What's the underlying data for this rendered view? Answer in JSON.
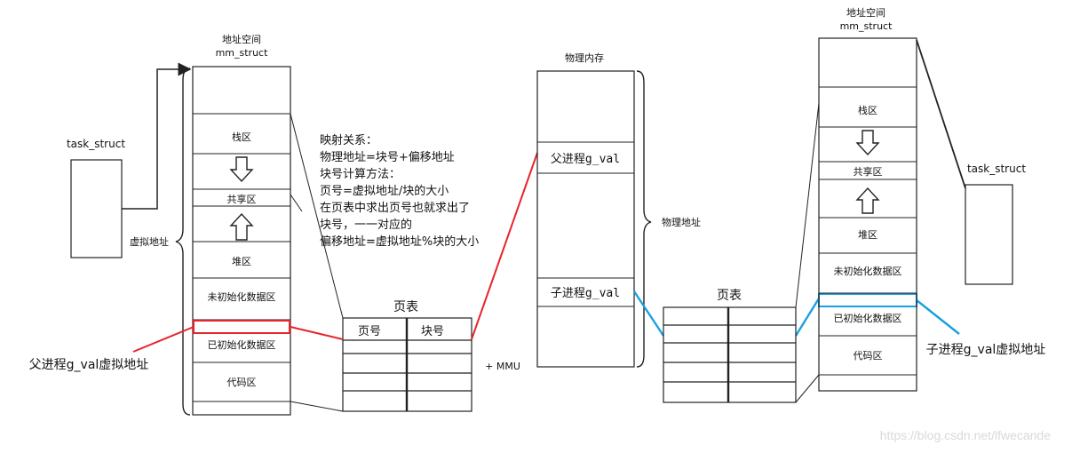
{
  "left": {
    "addr_space": "地址空间",
    "mm_struct": "mm_struct",
    "task_struct": "task_struct",
    "virtual_addr": "虚拟地址",
    "regions": [
      "栈区",
      "共享区",
      "堆区",
      "未初始化数据区",
      "已初始化数据区",
      "代码区"
    ],
    "parent_virtual": "父进程g_val虚拟地址"
  },
  "mapping_note": {
    "lines": [
      "映射关系：",
      "物理地址=块号+偏移地址",
      "块号计算方法：",
      "页号=虚拟地址/块的大小",
      "在页表中求出页号也就求出了",
      "块号，一一对应的",
      "偏移地址=虚拟地址%块的大小"
    ]
  },
  "page_table_left": {
    "title": "页表",
    "headers": [
      "页号",
      "块号"
    ],
    "mmu": "+ MMU"
  },
  "physical": {
    "title": "物理内存",
    "parent": "父进程g_val",
    "child": "子进程g_val",
    "physical_addr": "物理地址"
  },
  "page_table_right": {
    "title": "页表"
  },
  "right": {
    "addr_space": "地址空间",
    "mm_struct": "mm_struct",
    "task_struct": "task_struct",
    "regions": [
      "栈区",
      "共享区",
      "堆区",
      "未初始化数据区",
      "已初始化数据区",
      "代码区"
    ],
    "child_virtual": "子进程g_val虚拟地址"
  },
  "watermark": "https://blog.csdn.net/lfwecande",
  "colors": {
    "red": "#e8242a",
    "blue": "#1aa0e0",
    "line": "#222222"
  }
}
